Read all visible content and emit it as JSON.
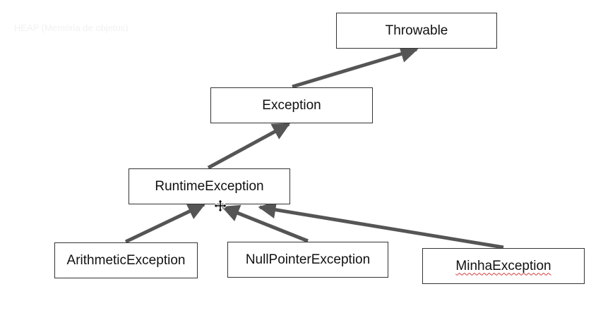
{
  "background_label": "HEAP (Memória de objetos)",
  "colors": {
    "arrow": "#555555",
    "border": "#333333",
    "spellcheck_underline": "#d23a3a"
  },
  "nodes": {
    "throwable": "Throwable",
    "exception": "Exception",
    "runtime_exception": "RuntimeException",
    "arithmetic_exception": "ArithmeticException",
    "null_pointer_exception": "NullPointerException",
    "minha_exception": "MinhaException"
  },
  "edges": [
    {
      "from": "exception",
      "to": "throwable"
    },
    {
      "from": "runtime_exception",
      "to": "exception"
    },
    {
      "from": "arithmetic_exception",
      "to": "runtime_exception"
    },
    {
      "from": "null_pointer_exception",
      "to": "runtime_exception"
    },
    {
      "from": "minha_exception",
      "to": "runtime_exception"
    }
  ],
  "cursor": "move-cursor-icon"
}
